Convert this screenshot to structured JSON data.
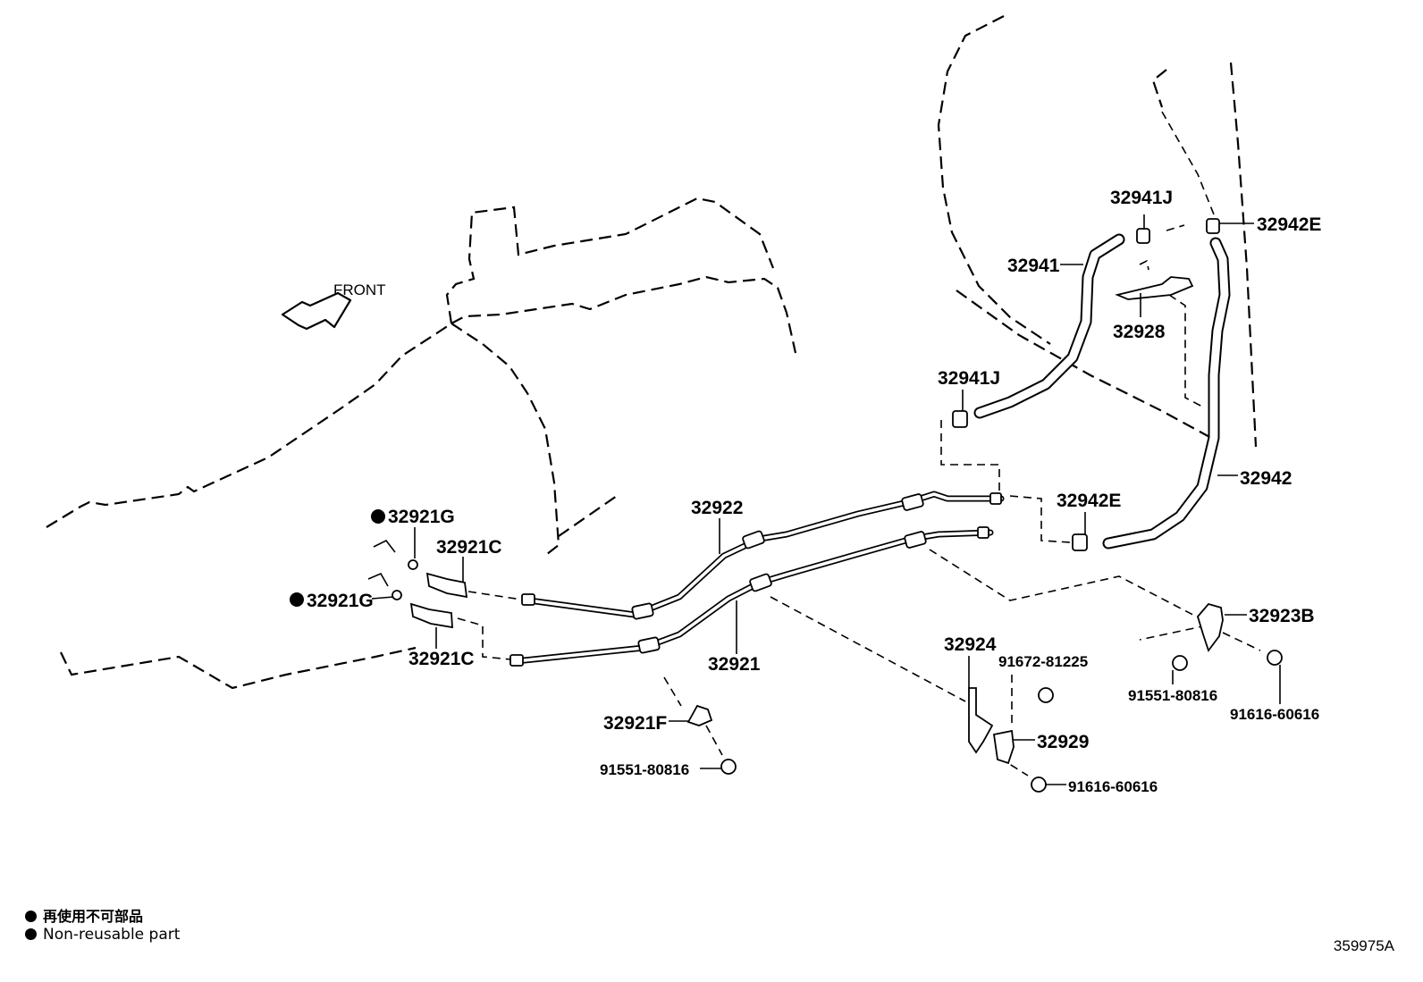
{
  "front_label": "FRONT",
  "parts": {
    "p32941J_top": "32941J",
    "p32942E_top": "32942E",
    "p32941": "32941",
    "p32928": "32928",
    "p32941J_mid": "32941J",
    "p32942": "32942",
    "p32942E_mid": "32942E",
    "p32922": "32922",
    "p32921G_top": "32921G",
    "p32921C_top": "32921C",
    "p32921G_bottom": "32921G",
    "p32921C_bottom": "32921C",
    "p32921": "32921",
    "p32923B": "32923B",
    "p32924": "32924",
    "p91672_81225": "91672-81225",
    "p91551_80816_right": "91551-80816",
    "p91616_60616_right": "91616-60616",
    "p32921F": "32921F",
    "p32929": "32929",
    "p91551_80816_left": "91551-80816",
    "p91616_60616_bottom": "91616-60616"
  },
  "legend": {
    "japanese": "再使用不可部品",
    "english": "Non-reusable part"
  },
  "diagram_id": "359975A"
}
